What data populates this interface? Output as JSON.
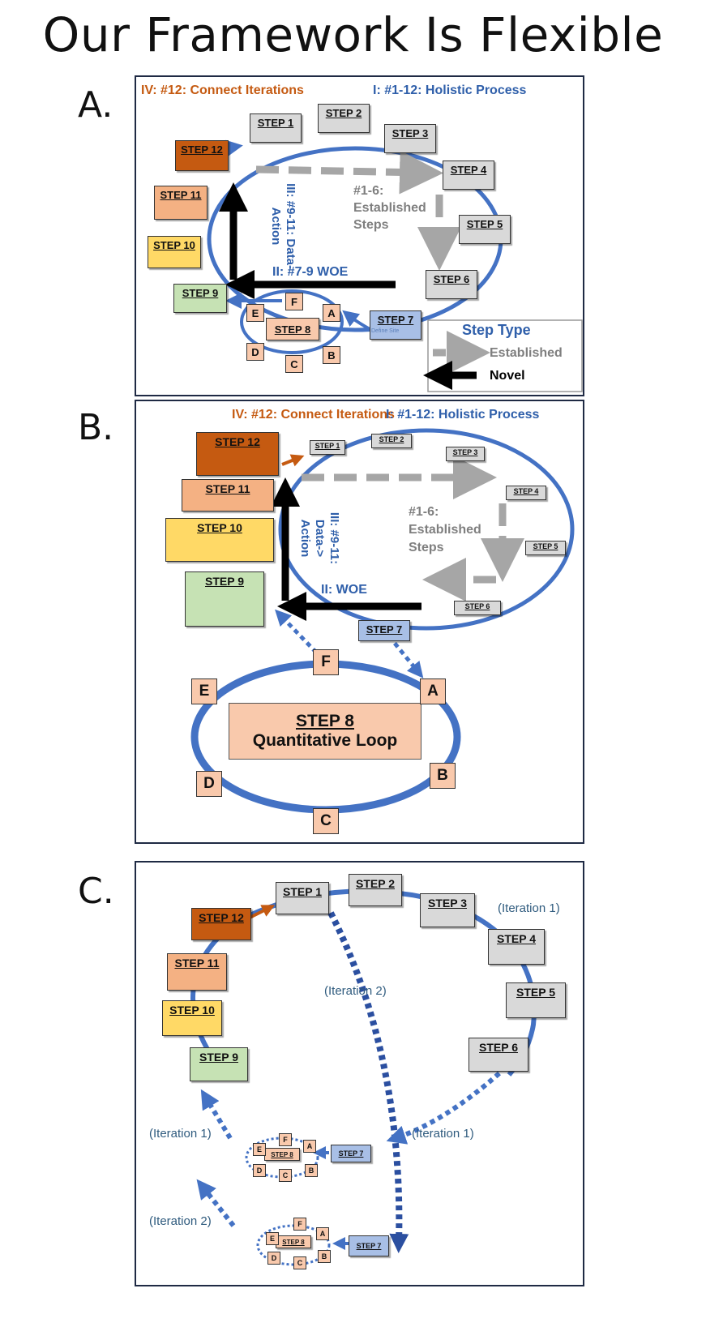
{
  "title": "Our Framework Is Flexible",
  "panels": {
    "a": {
      "label": "A.",
      "connect": "IV: #12: Connect Iterations",
      "holistic": "I: #1-12: Holistic Process",
      "established_steps": [
        "#1-6:",
        "Established",
        "Steps"
      ],
      "data_action": [
        "III: #9-11: Data-",
        "Action"
      ],
      "woe": "II: #7-9 WOE",
      "legend_title": "Step Type",
      "legend_established": "Established",
      "legend_novel": "Novel",
      "step7_subtext": "Define Site",
      "steps": [
        "STEP 1",
        "STEP 2",
        "STEP 3",
        "STEP 4",
        "STEP 5",
        "STEP 6",
        "STEP 7",
        "STEP 8",
        "STEP 9",
        "STEP 10",
        "STEP 11",
        "STEP 12"
      ],
      "letters": [
        "A",
        "B",
        "C",
        "D",
        "E",
        "F"
      ]
    },
    "b": {
      "label": "B.",
      "connect": "IV: #12: Connect Iterations",
      "holistic": "I: #1-12: Holistic Process",
      "established_steps": [
        "#1-6:",
        "Established",
        "Steps"
      ],
      "data_action": [
        "III: #9-11:",
        "Data->",
        "Action"
      ],
      "woe": "II: WOE",
      "steps": [
        "STEP 1",
        "STEP 2",
        "STEP 3",
        "STEP 4",
        "STEP 5",
        "STEP 6",
        "STEP 7",
        "STEP 9",
        "STEP 10",
        "STEP 11",
        "STEP 12"
      ],
      "loop_title": "STEP 8",
      "loop_subtitle": "Quantitative Loop",
      "letters": [
        "A",
        "B",
        "C",
        "D",
        "E",
        "F"
      ]
    },
    "c": {
      "label": "C.",
      "steps": [
        "STEP 1",
        "STEP 2",
        "STEP 3",
        "STEP 4",
        "STEP 5",
        "STEP 6",
        "STEP 7",
        "STEP 8",
        "STEP 9",
        "STEP 10",
        "STEP 11",
        "STEP 12"
      ],
      "iteration_1": "(Iteration 1)",
      "iteration_2": "(Iteration 2)",
      "letters": [
        "A",
        "B",
        "C",
        "D",
        "E",
        "F"
      ]
    }
  },
  "colors": {
    "cycle_blue": "#4472c4",
    "established_gray": "#a6a6a6",
    "novel_black": "#000000",
    "step12": "#c55a11",
    "step11": "#f4b183",
    "step10": "#ffd966",
    "step9": "#c6e2b4",
    "step7": "#a8bfe6",
    "steps_1_6": "#d9d9d9",
    "step8_letters": "#f9c9ac"
  }
}
